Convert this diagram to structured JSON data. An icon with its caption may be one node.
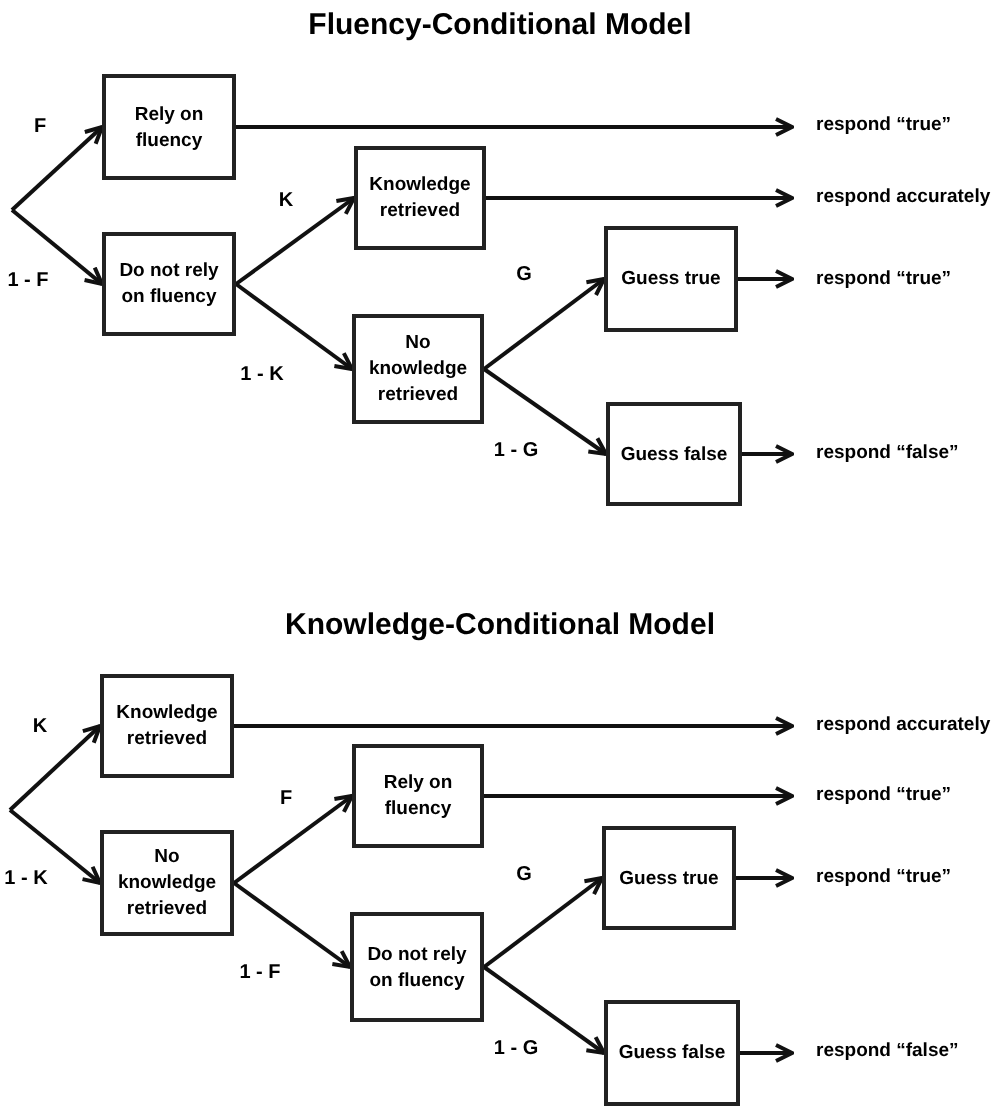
{
  "diagram": {
    "title": "Fluency-Conditional Model",
    "nodes": [
      {
        "text": [
          "Rely on fluency"
        ]
      },
      {
        "text": [
          "Do not rely on fluency"
        ]
      },
      {
        "text": [
          "Knowledge retrieved"
        ]
      },
      {
        "text": [
          "No knowledge retrieved"
        ]
      },
      {
        "text": [
          "Guess true"
        ]
      },
      {
        "text": [
          "Guess false"
        ]
      },
      {
        "text": [
          "respond “true”"
        ]
      },
      {
        "text": [
          "respond accurately"
        ]
      },
      {
        "text": [
          "respond “true”"
        ]
      },
      {
        "text": [
          "respond “false”"
        ]
      },
      {
        "text": [
          "Knowledge retrieved"
        ]
      },
      {
        "text": [
          "No knowledge retrieved"
        ]
      },
      {
        "text": [
          "Rely on fluency"
        ]
      },
      {
        "text": [
          "Do not rely on fluency"
        ]
      },
      {
        "text": [
          "Guess true"
        ]
      },
      {
        "text": [
          "Guess false"
        ]
      },
      {
        "text": [
          "respond accurately"
        ]
      },
      {
        "text": [
          "respond “true”"
        ]
      },
      {
        "text": [
          "respond “true”"
        ]
      },
      {
        "text": [
          "respond “false”"
        ]
      }
    ],
    "edges": [
      {
        "from": null,
        "to": 0,
        "arrow": "to",
        "label": "F"
      },
      {
        "from": null,
        "to": 1,
        "arrow": "to",
        "label": "1 - F"
      },
      {
        "from": 0,
        "to": 6,
        "arrow": "to"
      },
      {
        "from": 1,
        "to": 2,
        "arrow": "to",
        "label": "K"
      },
      {
        "from": 1,
        "to": 3,
        "arrow": "to",
        "label": "1 - K"
      },
      {
        "from": 2,
        "to": 7,
        "arrow": "to"
      },
      {
        "from": 3,
        "to": 4,
        "arrow": "to",
        "label": "G"
      },
      {
        "from": 3,
        "to": 5,
        "arrow": "to",
        "label": "1 - G"
      },
      {
        "from": 4,
        "to": 8,
        "arrow": "to"
      },
      {
        "from": 5,
        "to": 9,
        "arrow": "to"
      },
      {
        "from": null,
        "to": 10,
        "arrow": "to",
        "label": "K"
      },
      {
        "from": null,
        "to": 11,
        "arrow": "to",
        "label": "1 - K"
      },
      {
        "from": 10,
        "to": 16,
        "arrow": "to"
      },
      {
        "from": 11,
        "to": 12,
        "arrow": "to",
        "label": "F"
      },
      {
        "from": 11,
        "to": 13,
        "arrow": "to",
        "label": "1 - F"
      },
      {
        "from": 12,
        "to": 17,
        "arrow": "to"
      },
      {
        "from": 13,
        "to": 14,
        "arrow": "to",
        "label": "G"
      },
      {
        "from": 13,
        "to": 15,
        "arrow": "to",
        "label": "1 - G"
      },
      {
        "from": 14,
        "to": 18,
        "arrow": "to"
      },
      {
        "from": 15,
        "to": 19,
        "arrow": "to"
      }
    ],
    "labels": [
      "Knowledge-Conditional Model"
    ]
  }
}
